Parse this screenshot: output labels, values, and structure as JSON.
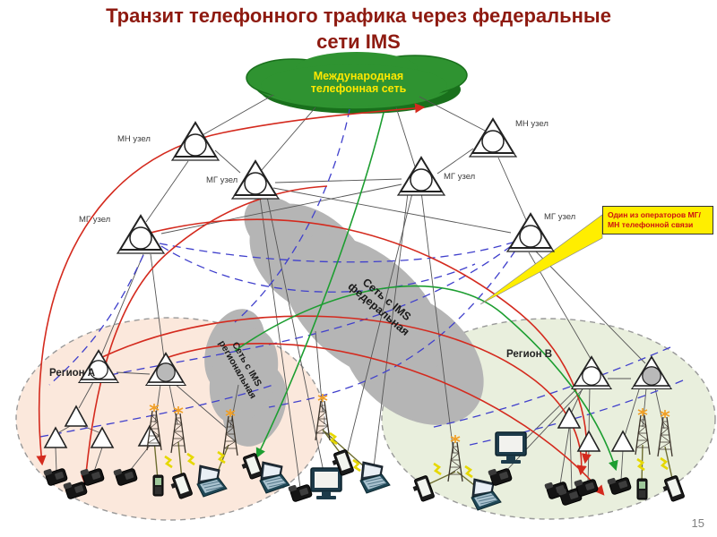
{
  "title": "Транзит телефонного трафика через федеральные\nсети IMS",
  "page_number": "15",
  "clouds": {
    "international": "Международная\nтелефонная сеть",
    "federal": "Сеть с IMS\nфедеральная",
    "regional": "Сеть с IMS\nрегиональная"
  },
  "callout": {
    "text": "Один из операторов МГ/МН телефонной связи"
  },
  "regions": {
    "a": "Регион А",
    "b": "Регион В"
  },
  "nodes": {
    "mn_left": "МН узел",
    "mn_right": "МН узел",
    "mg_mid_left": "МГ узел",
    "mg_mid_right": "МГ узел",
    "mg_far_left": "МГ узел",
    "mg_far_right": "МГ узел"
  },
  "colors": {
    "title_red": "#8e1a10",
    "cloud_green": "#2f9331",
    "cloud_text_yellow": "#ffe800",
    "federal_gray": "#b5b5b5",
    "region_a_fill": "#fbe8dc",
    "region_b_fill": "#e9efdd",
    "callout_yellow": "#ffee00",
    "callout_text_red": "#cc1111",
    "line_red": "#d42a1e",
    "line_green": "#1d9e31",
    "line_blue": "#4040cc"
  }
}
